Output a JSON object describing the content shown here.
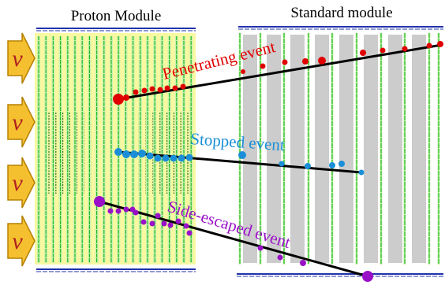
{
  "titles": {
    "proton_module": "Proton Module",
    "standard_module": "Standard module"
  },
  "neutrino_symbol": "ν",
  "events": {
    "penetrating": {
      "label": "Penetrating event",
      "color": "#e00000"
    },
    "stopped": {
      "label": "Stopped event",
      "color": "#1a8fd8"
    },
    "side_escaped": {
      "label": "Side-escaped event",
      "color": "#9a10c8"
    }
  },
  "colors": {
    "proton_bg": "#f8f8a0",
    "scint_green": "#22bb22",
    "scint_light": "#c8f0b0",
    "iron_gray": "#cccccc",
    "veto_blue": "#2233aa",
    "arrow_fill": "#f5c030",
    "arrow_stroke": "#b58000",
    "track": "#000000"
  },
  "arrows": [
    "nu-arrow-1",
    "nu-arrow-2",
    "nu-arrow-3",
    "nu-arrow-4"
  ]
}
